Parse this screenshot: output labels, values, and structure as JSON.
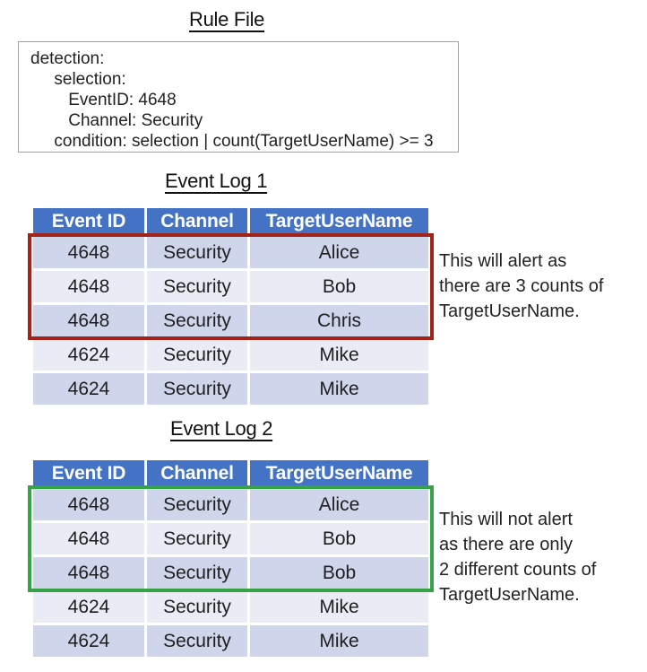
{
  "colors": {
    "header-blue": "#4472c4",
    "band-dark": "#cfd5ea",
    "band-light": "#e9ebf5",
    "alert-red": "#a3231a",
    "ok-green": "#36a346",
    "box-border": "#a3a3a3"
  },
  "rule_file": {
    "title": "Rule File",
    "lines": [
      "detection:",
      "     selection:",
      "        EventID: 4648",
      "        Channel: Security",
      "     condition: selection | count(TargetUserName) >= 3"
    ]
  },
  "event_log_1": {
    "title": "Event Log 1",
    "columns": [
      "Event ID",
      "Channel",
      "TargetUserName"
    ],
    "rows": [
      [
        "4648",
        "Security",
        "Alice"
      ],
      [
        "4648",
        "Security",
        "Bob"
      ],
      [
        "4648",
        "Security",
        "Chris"
      ],
      [
        "4624",
        "Security",
        "Mike"
      ],
      [
        "4624",
        "Security",
        "Mike"
      ]
    ],
    "annotation_lines": [
      "This will alert as",
      "there are 3 counts of",
      "TargetUserName."
    ]
  },
  "event_log_2": {
    "title": "Event Log 2",
    "columns": [
      "Event ID",
      "Channel",
      "TargetUserName"
    ],
    "rows": [
      [
        "4648",
        "Security",
        "Alice"
      ],
      [
        "4648",
        "Security",
        "Bob"
      ],
      [
        "4648",
        "Security",
        "Bob"
      ],
      [
        "4624",
        "Security",
        "Mike"
      ],
      [
        "4624",
        "Security",
        "Mike"
      ]
    ],
    "annotation_lines": [
      "This will not alert",
      "as there are only",
      "2 different counts of",
      "TargetUserName."
    ]
  }
}
